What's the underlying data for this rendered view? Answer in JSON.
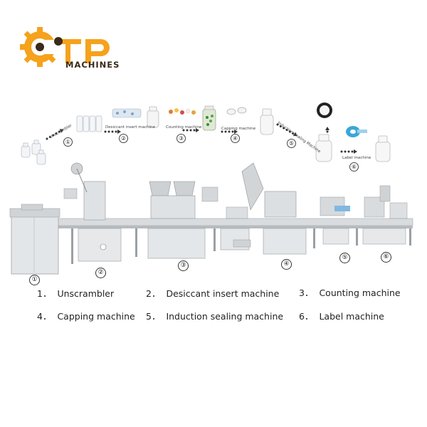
{
  "logo": {
    "letters": "CTP",
    "word": "MACHINES",
    "color_primary": "#F5A21C",
    "color_dark": "#3A2A18"
  },
  "flow": {
    "steps": [
      {
        "num": "①",
        "label": "Unscrambler"
      },
      {
        "num": "②",
        "label": "Desiccant insert machine"
      },
      {
        "num": "③",
        "label": "Counting machine"
      },
      {
        "num": "④",
        "label": "Capping machine"
      },
      {
        "num": "⑤",
        "label": "Induction Sealing Machine"
      },
      {
        "num": "⑥",
        "label": "Label machine"
      }
    ]
  },
  "machine_numbers": [
    "①",
    "②",
    "③",
    "④",
    "⑤",
    "⑥"
  ],
  "legend": [
    {
      "num": "1．",
      "label": "Unscrambler"
    },
    {
      "num": "2．",
      "label": "Desiccant insert machine"
    },
    {
      "num": "3．",
      "label": "Counting machine"
    },
    {
      "num": "4．",
      "label": "Capping machine"
    },
    {
      "num": "5．",
      "label": "Induction sealing machine"
    },
    {
      "num": "6．",
      "label": "Label machine"
    }
  ]
}
